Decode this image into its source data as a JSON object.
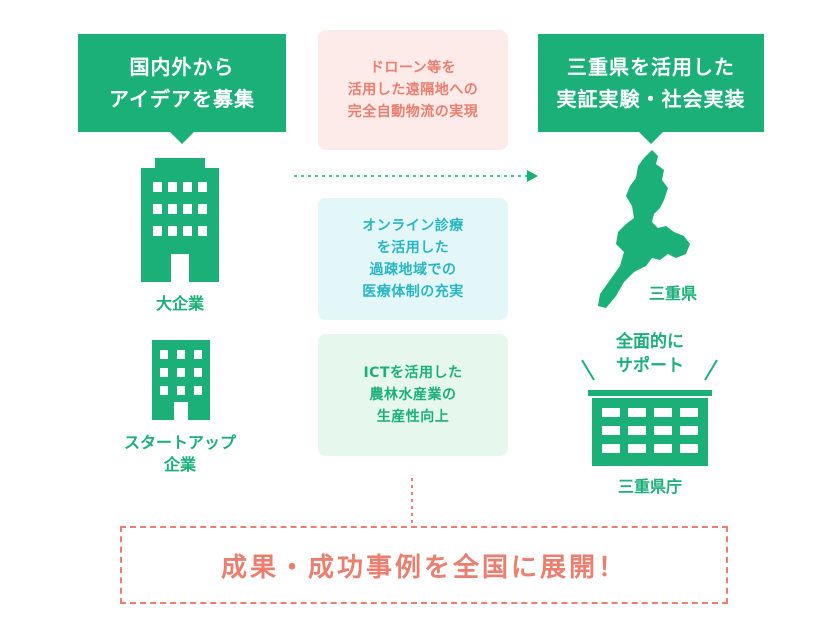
{
  "left_callout": {
    "lines": [
      "国内外から",
      "アイデアを募集"
    ]
  },
  "right_callout": {
    "lines": [
      "三重県を活用した",
      "実証実験・社会実装"
    ]
  },
  "themes": [
    {
      "lines": [
        "ドローン等を",
        "活用した遠隔地への",
        "完全自動物流の実現"
      ],
      "bg": "#fdebea",
      "color": "#ea7e6f"
    },
    {
      "lines": [
        "オンライン診療",
        "を活用した",
        "過疎地域での",
        "医療体制の充実"
      ],
      "bg": "#e4f7f8",
      "color": "#29b6c2"
    },
    {
      "lines": [
        "ICTを活用した",
        "農林水産業の",
        "生産性向上"
      ],
      "bg": "#e6f8ee",
      "color": "#1bb078"
    }
  ],
  "labels": {
    "large_company": "大企業",
    "startup": [
      "スタートアップ",
      "企業"
    ],
    "mie": "三重県",
    "support": [
      "全面的に",
      "サポート"
    ],
    "prefecture_office": "三重県庁"
  },
  "result": "成果・成功事例を全国に展開！",
  "icons": {
    "large_company": "office-building-icon",
    "startup": "small-building-icon",
    "mie": "mie-prefecture-map-icon",
    "office": "government-office-icon"
  },
  "colors": {
    "green": "#1bb078",
    "coral": "#ea7e6f",
    "teal": "#29b6c2"
  }
}
